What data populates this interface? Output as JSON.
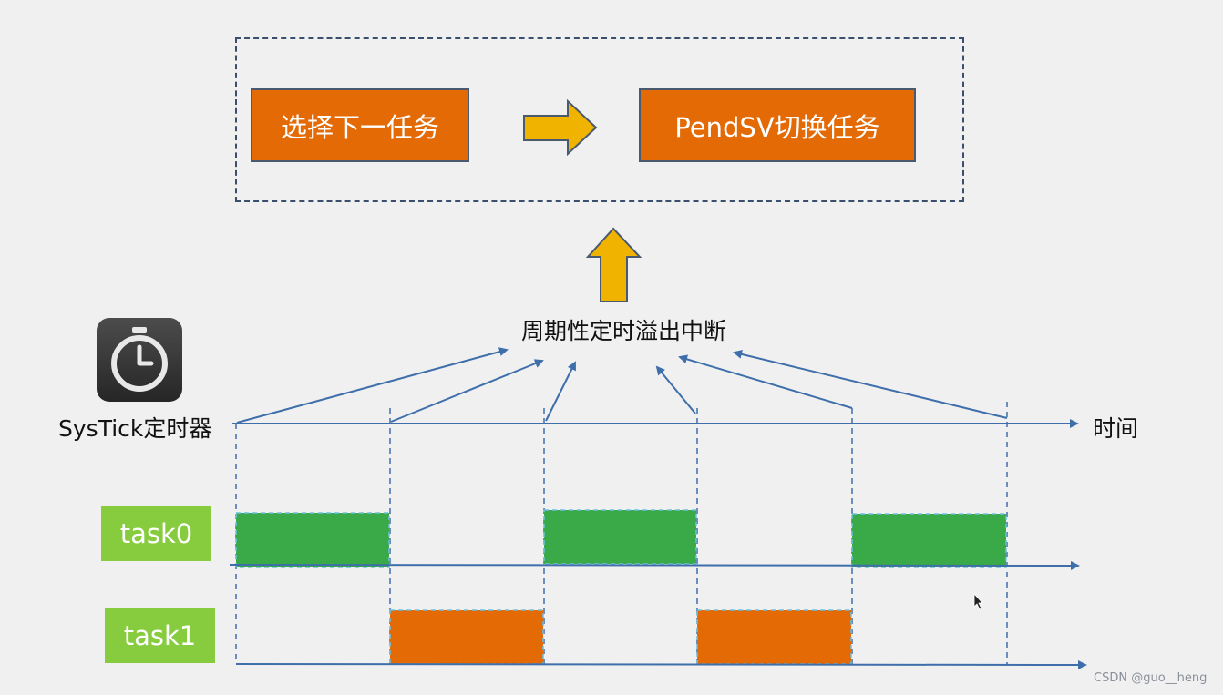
{
  "top_section": {
    "step1_label": "选择下一任务",
    "step2_label": "PendSV切换任务"
  },
  "interrupt_label": "周期性定时溢出中断",
  "systick": {
    "label": "SysTick定时器",
    "icon": "stopwatch-icon"
  },
  "time_axis_label": "时间",
  "tasks": [
    {
      "label": "task0",
      "color": "#3aaa48"
    },
    {
      "label": "task1",
      "color": "#e36a05"
    }
  ],
  "watermark": "CSDN @guo__heng",
  "colors": {
    "box_orange": "#e36a05",
    "task_green": "#3aaa48",
    "label_green": "#86cc3e",
    "arrow_yellow": "#f0b400",
    "line_blue": "#3f6faa"
  }
}
